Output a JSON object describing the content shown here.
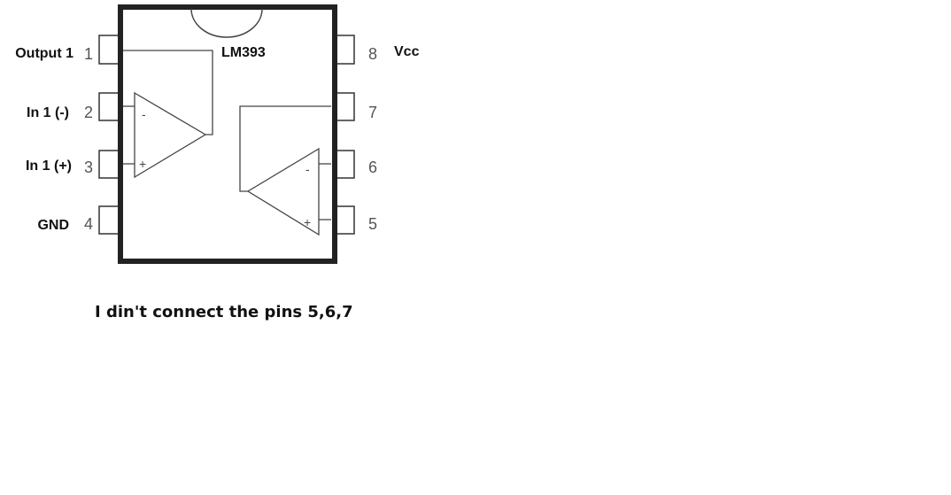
{
  "chip": {
    "name": "LM393",
    "left_pins": [
      {
        "number": "1",
        "label": "Output 1"
      },
      {
        "number": "2",
        "label": "In 1 (-)"
      },
      {
        "number": "3",
        "label": "In 1 (+)"
      },
      {
        "number": "4",
        "label": "GND"
      }
    ],
    "right_pins": [
      {
        "number": "8",
        "label": "Vcc"
      },
      {
        "number": "7",
        "label": ""
      },
      {
        "number": "6",
        "label": ""
      },
      {
        "number": "5",
        "label": ""
      }
    ],
    "signs": {
      "minus": "-",
      "plus": "+"
    }
  },
  "note": "I din't connect the pins 5,6,7"
}
